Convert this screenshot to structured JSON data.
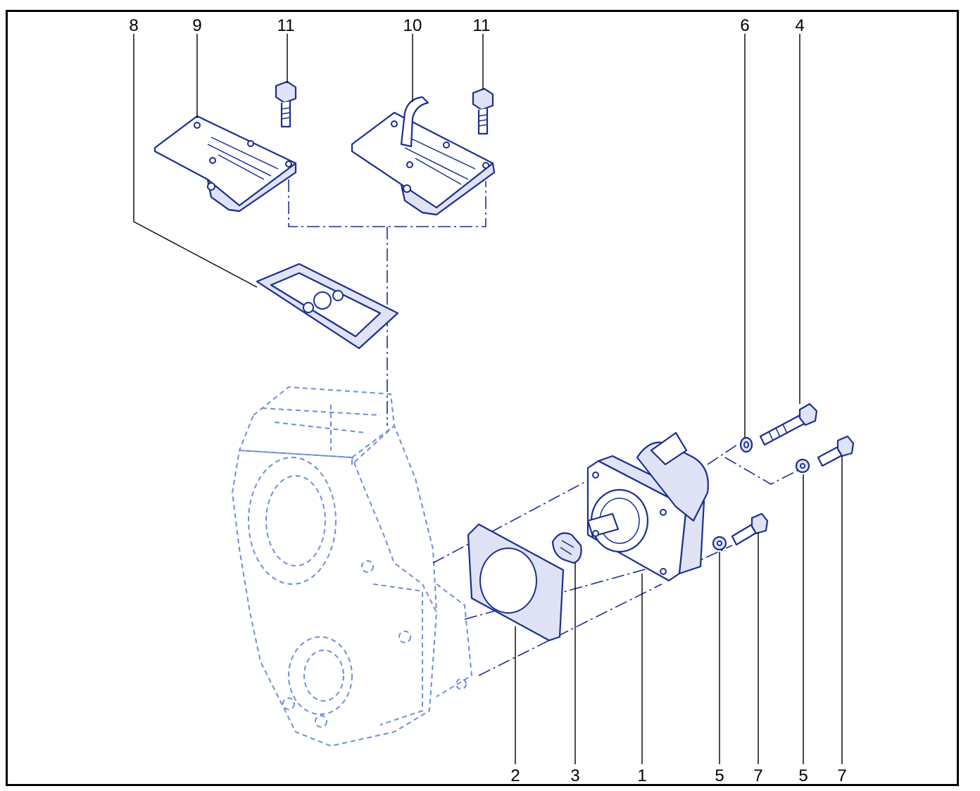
{
  "diagram": {
    "colors": {
      "frame": "#000000",
      "part_line": "#1a2f8f",
      "housing_line": "#6f8fd6",
      "callout_text": "#000000"
    },
    "callouts_top": [
      "8",
      "9",
      "11",
      "10",
      "11",
      "6",
      "4"
    ],
    "callouts_bottom": [
      "2",
      "3",
      "1",
      "5",
      "7",
      "5",
      "7"
    ]
  }
}
